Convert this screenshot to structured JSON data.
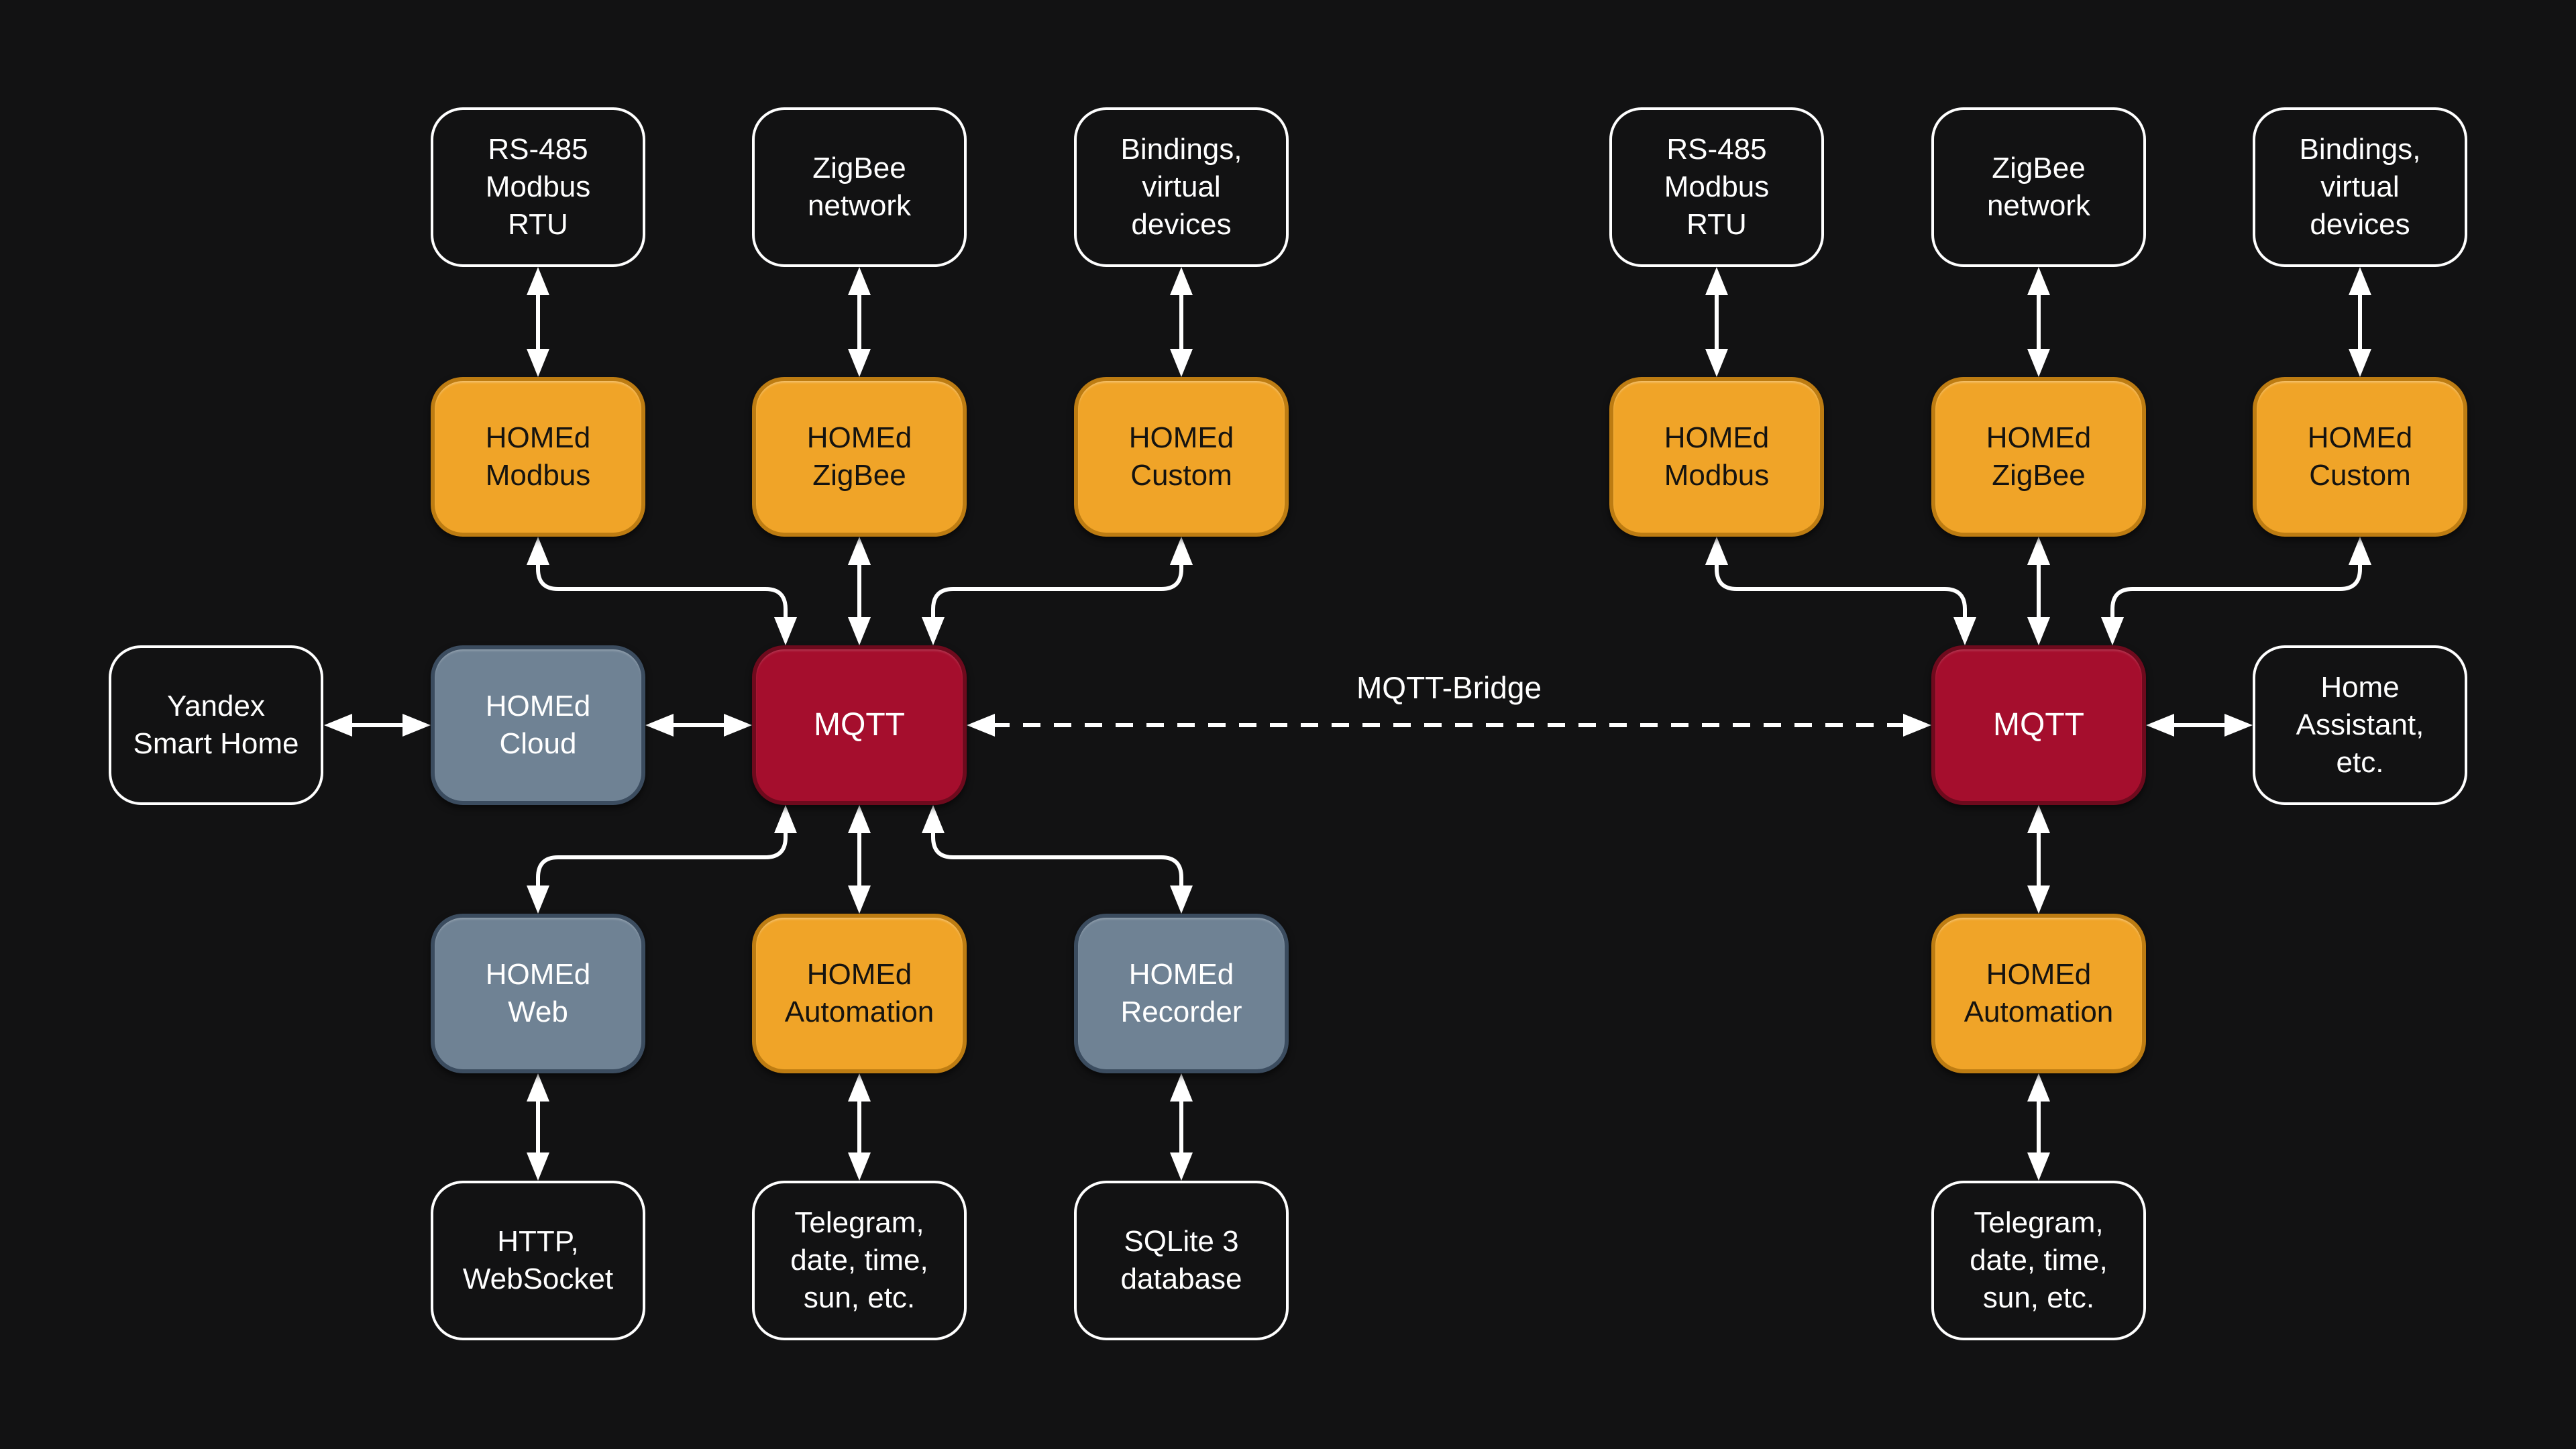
{
  "canvas": {
    "background": "#121213"
  },
  "colors": {
    "arrow": "#ffffff",
    "orange_fill": "#f0a428",
    "orange_border": "#bd7c12",
    "red_fill": "#a50e2d",
    "red_border": "#6e0a1d",
    "slate_fill": "#6f8294",
    "slate_border": "#3b4c5f",
    "outline": "#ffffff"
  },
  "bridge": {
    "label": "MQTT-Bridge"
  },
  "nodes": [
    {
      "id": "rs485-left",
      "label": "RS-485\nModbus\nRTU",
      "type": "plain"
    },
    {
      "id": "zigbee-network-left",
      "label": "ZigBee\nnetwork",
      "type": "plain"
    },
    {
      "id": "bindings-left",
      "label": "Bindings,\nvirtual\ndevices",
      "type": "plain"
    },
    {
      "id": "homed-modbus-left",
      "label": "HOMEd\nModbus",
      "type": "orange"
    },
    {
      "id": "homed-zigbee-left",
      "label": "HOMEd\nZigBee",
      "type": "orange"
    },
    {
      "id": "homed-custom-left",
      "label": "HOMEd\nCustom",
      "type": "orange"
    },
    {
      "id": "yandex-smart-home",
      "label": "Yandex\nSmart Home",
      "type": "plain"
    },
    {
      "id": "homed-cloud",
      "label": "HOMEd\nCloud",
      "type": "slate"
    },
    {
      "id": "mqtt-left",
      "label": "MQTT",
      "type": "red"
    },
    {
      "id": "homed-web",
      "label": "HOMEd\nWeb",
      "type": "slate"
    },
    {
      "id": "homed-automation-left",
      "label": "HOMEd\nAutomation",
      "type": "orange"
    },
    {
      "id": "homed-recorder",
      "label": "HOMEd\nRecorder",
      "type": "slate"
    },
    {
      "id": "http-websocket",
      "label": "HTTP,\nWebSocket",
      "type": "plain"
    },
    {
      "id": "telegram-left",
      "label": "Telegram,\ndate, time,\nsun, etc.",
      "type": "plain"
    },
    {
      "id": "sqlite-database",
      "label": "SQLite 3\ndatabase",
      "type": "plain"
    },
    {
      "id": "rs485-right",
      "label": "RS-485\nModbus\nRTU",
      "type": "plain"
    },
    {
      "id": "zigbee-network-right",
      "label": "ZigBee\nnetwork",
      "type": "plain"
    },
    {
      "id": "bindings-right",
      "label": "Bindings,\nvirtual\ndevices",
      "type": "plain"
    },
    {
      "id": "homed-modbus-right",
      "label": "HOMEd\nModbus",
      "type": "orange"
    },
    {
      "id": "homed-zigbee-right",
      "label": "HOMEd\nZigBee",
      "type": "orange"
    },
    {
      "id": "homed-custom-right",
      "label": "HOMEd\nCustom",
      "type": "orange"
    },
    {
      "id": "mqtt-right",
      "label": "MQTT",
      "type": "red"
    },
    {
      "id": "home-assistant",
      "label": "Home\nAssistant,\netc.",
      "type": "plain"
    },
    {
      "id": "homed-automation-right",
      "label": "HOMEd\nAutomation",
      "type": "orange"
    },
    {
      "id": "telegram-right",
      "label": "Telegram,\ndate, time,\nsun, etc.",
      "type": "plain"
    }
  ]
}
